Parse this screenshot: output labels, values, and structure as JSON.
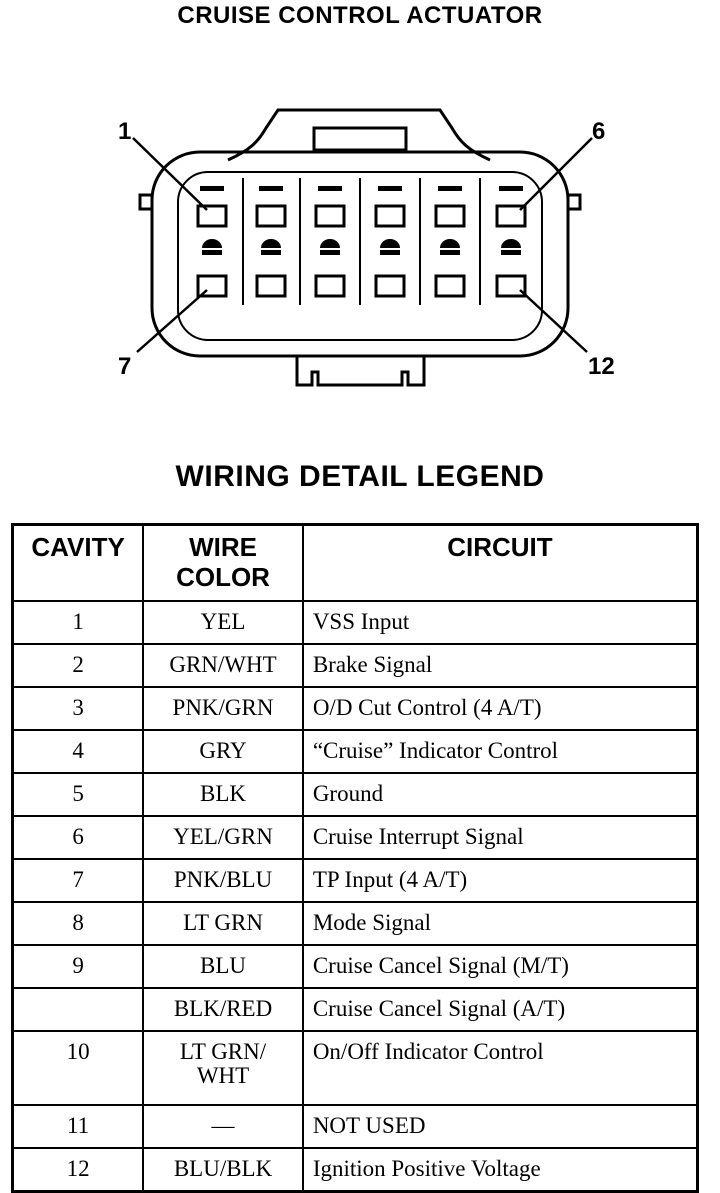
{
  "diagram": {
    "title": "CRUISE CONTROL ACTUATOR",
    "pin_labels": {
      "top_left": "1",
      "top_right": "6",
      "bottom_left": "7",
      "bottom_right": "12"
    }
  },
  "legend": {
    "title": "WIRING DETAIL LEGEND",
    "headers": {
      "cavity": "CAVITY",
      "wire_color_line1": "WIRE",
      "wire_color_line2": "COLOR",
      "circuit": "CIRCUIT"
    },
    "rows": [
      {
        "cavity": "1",
        "color": "YEL",
        "circuit": "VSS Input"
      },
      {
        "cavity": "2",
        "color": "GRN/WHT",
        "circuit": "Brake Signal"
      },
      {
        "cavity": "3",
        "color": "PNK/GRN",
        "circuit": "O/D Cut Control (4 A/T)"
      },
      {
        "cavity": "4",
        "color": "GRY",
        "circuit": "“Cruise” Indicator Control"
      },
      {
        "cavity": "5",
        "color": "BLK",
        "circuit": "Ground"
      },
      {
        "cavity": "6",
        "color": "YEL/GRN",
        "circuit": "Cruise Interrupt Signal"
      },
      {
        "cavity": "7",
        "color": "PNK/BLU",
        "circuit": "TP Input (4 A/T)"
      },
      {
        "cavity": "8",
        "color": "LT GRN",
        "circuit": "Mode Signal"
      },
      {
        "cavity": "9",
        "color": "BLU",
        "circuit": "Cruise Cancel Signal (M/T)"
      },
      {
        "cavity": "",
        "color": "BLK/RED",
        "circuit": "Cruise Cancel Signal (A/T)"
      },
      {
        "cavity": "10",
        "color_line1": "LT GRN/",
        "color_line2": "WHT",
        "circuit": "On/Off Indicator Control"
      },
      {
        "cavity": "11",
        "color": "—",
        "circuit": "NOT USED"
      },
      {
        "cavity": "12",
        "color": "BLU/BLK",
        "circuit": "Ignition Positive Voltage"
      }
    ]
  }
}
